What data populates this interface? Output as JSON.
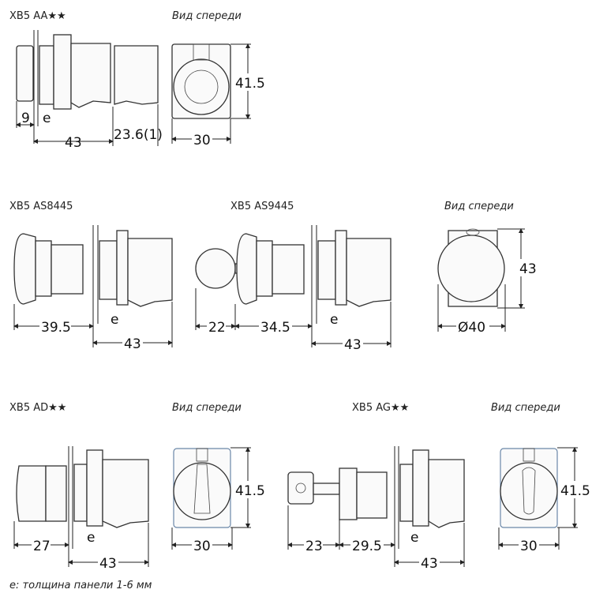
{
  "front_view_label": "Вид спереди",
  "models": {
    "aa": {
      "title": "XB5 AA★★",
      "dims": {
        "head": "9",
        "panel": "e",
        "body": "43",
        "extra": "23.6(1)",
        "front_width": "30",
        "front_height": "41.5"
      }
    },
    "as8445": {
      "title": "XB5 AS8445",
      "dims": {
        "head": "39.5",
        "panel": "e",
        "body": "43"
      }
    },
    "as9445": {
      "title": "XB5 AS9445",
      "dims": {
        "key": "22",
        "head": "34.5",
        "panel": "e",
        "body": "43"
      }
    },
    "as_front": {
      "dims": {
        "diameter": "Ø40",
        "height": "43"
      }
    },
    "ad": {
      "title": "XB5 AD★★",
      "dims": {
        "head": "27",
        "panel": "e",
        "body": "43",
        "front_width": "30",
        "front_height": "41.5"
      }
    },
    "ag": {
      "title": "XB5 AG★★",
      "dims": {
        "key": "23",
        "head": "29.5",
        "panel": "e",
        "body": "43",
        "front_width": "30",
        "front_height": "41.5"
      }
    }
  },
  "footnote": "e: толщина панели 1-6 мм"
}
